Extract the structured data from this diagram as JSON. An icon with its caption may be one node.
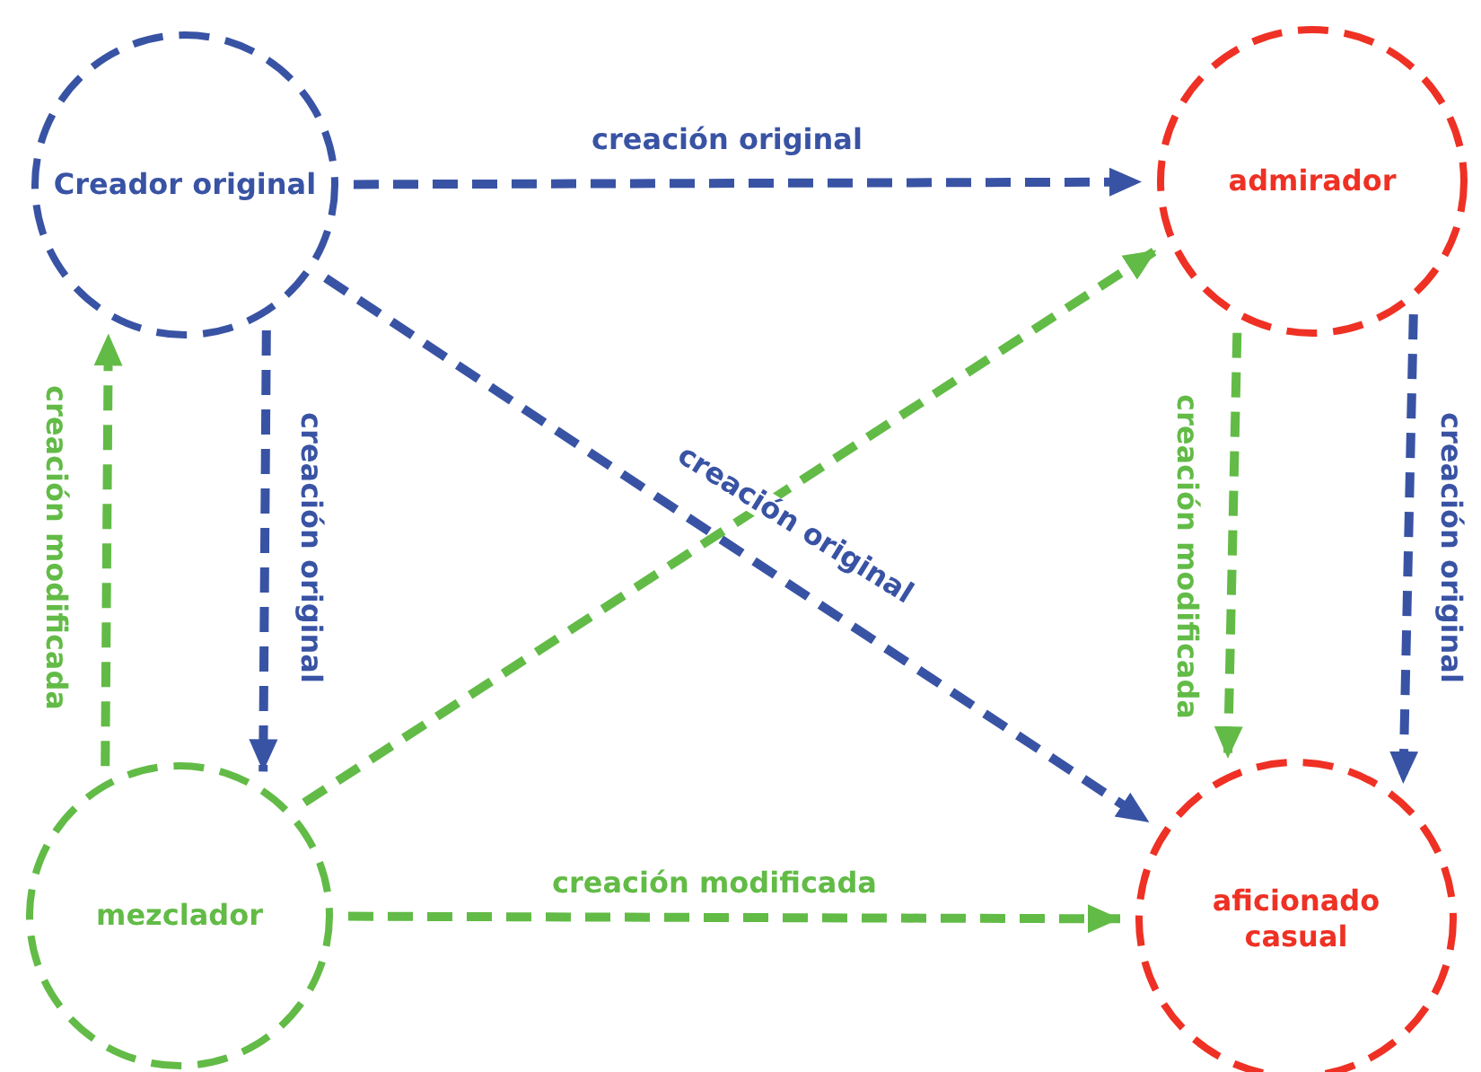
{
  "diagram": {
    "nodes": [
      {
        "text": [
          "Creador original"
        ]
      },
      {
        "text": [
          "admirador"
        ]
      },
      {
        "text": [
          "mezclador"
        ]
      },
      {
        "text": [
          "aficionado casual"
        ]
      }
    ],
    "edges": [
      {
        "from": 0,
        "to": 1,
        "arrow": "to",
        "label": "creación original",
        "style": "dashed",
        "color": "#3953a4"
      },
      {
        "from": 0,
        "to": 2,
        "arrow": "to",
        "label": "creación original",
        "style": "dashed",
        "color": "#3953a4"
      },
      {
        "from": 2,
        "to": 0,
        "arrow": "to",
        "label": "creación modificada",
        "style": "dashed",
        "color": "#62bb46"
      },
      {
        "from": 0,
        "to": 3,
        "arrow": "to",
        "label": "creación original",
        "style": "dashed",
        "color": "#3953a4"
      },
      {
        "from": 2,
        "to": 1,
        "arrow": "to",
        "style": "dashed",
        "color": "#62bb46"
      },
      {
        "from": 1,
        "to": 3,
        "arrow": "to",
        "label": "creación modificada",
        "style": "dashed",
        "color": "#62bb46"
      },
      {
        "from": 1,
        "to": 3,
        "arrow": "to",
        "label": "creación original",
        "style": "dashed",
        "color": "#3953a4"
      },
      {
        "from": 2,
        "to": 3,
        "arrow": "to",
        "label": "creación modificada",
        "style": "dashed",
        "color": "#62bb46"
      }
    ]
  }
}
